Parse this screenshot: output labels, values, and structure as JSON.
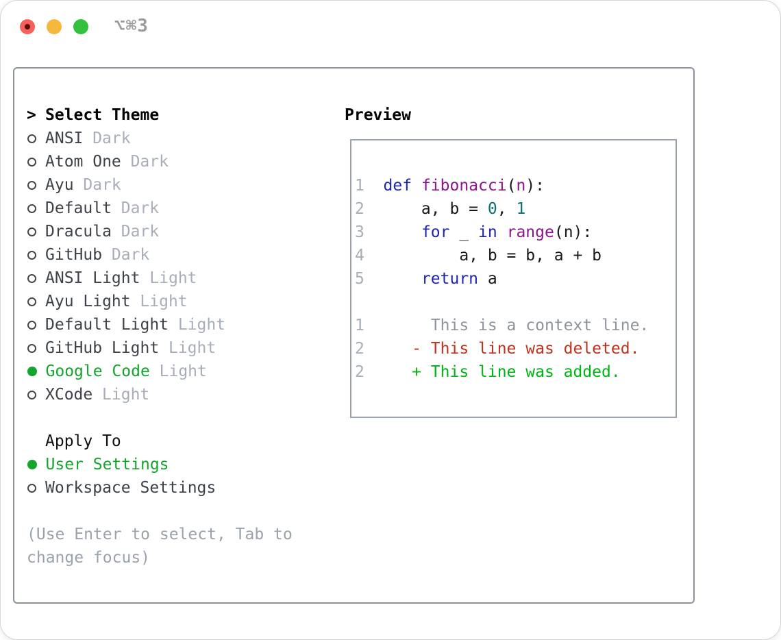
{
  "window": {
    "title": "⌥⌘3",
    "traffic_lights": {
      "close_color": "#f4605a",
      "close_dot_color": "#5e0a00",
      "minimize_color": "#f6b83c",
      "zoom_color": "#31c13f"
    }
  },
  "theme_panel": {
    "prompt": ">",
    "title": "Select Theme",
    "items": [
      {
        "label": "ANSI",
        "variant": "Dark",
        "selected": false
      },
      {
        "label": "Atom One",
        "variant": "Dark",
        "selected": false
      },
      {
        "label": "Ayu",
        "variant": "Dark",
        "selected": false
      },
      {
        "label": "Default",
        "variant": "Dark",
        "selected": false
      },
      {
        "label": "Dracula",
        "variant": "Dark",
        "selected": false
      },
      {
        "label": "GitHub",
        "variant": "Dark",
        "selected": false
      },
      {
        "label": "ANSI Light",
        "variant": "Light",
        "selected": false
      },
      {
        "label": "Ayu Light",
        "variant": "Light",
        "selected": false
      },
      {
        "label": "Default Light",
        "variant": "Light",
        "selected": false
      },
      {
        "label": "GitHub Light",
        "variant": "Light",
        "selected": false
      },
      {
        "label": "Google Code",
        "variant": "Light",
        "selected": true
      },
      {
        "label": "XCode",
        "variant": "Light",
        "selected": false
      }
    ]
  },
  "apply_to": {
    "title": "Apply To",
    "options": [
      {
        "label": "User Settings",
        "selected": true
      },
      {
        "label": "Workspace Settings",
        "selected": false
      }
    ]
  },
  "hint": "(Use Enter to select, Tab to change focus)",
  "preview": {
    "title": "Preview",
    "lines": [
      {
        "tokens": [
          {
            "t": "1  ",
            "c": "ln"
          },
          {
            "t": "def",
            "c": "kwd"
          },
          {
            "t": " ",
            "c": "pln"
          },
          {
            "t": "fibonacci",
            "c": "typ"
          },
          {
            "t": "(",
            "c": "pln"
          },
          {
            "t": "n",
            "c": "typ"
          },
          {
            "t": "):",
            "c": "pln"
          }
        ]
      },
      {
        "tokens": [
          {
            "t": "2  ",
            "c": "ln"
          },
          {
            "t": "    a, b = ",
            "c": "pln"
          },
          {
            "t": "0",
            "c": "lit"
          },
          {
            "t": ", ",
            "c": "pln"
          },
          {
            "t": "1",
            "c": "lit"
          }
        ]
      },
      {
        "tokens": [
          {
            "t": "3  ",
            "c": "ln"
          },
          {
            "t": "    ",
            "c": "pln"
          },
          {
            "t": "for",
            "c": "kwd"
          },
          {
            "t": " _ ",
            "c": "pln"
          },
          {
            "t": "in",
            "c": "kwd"
          },
          {
            "t": " ",
            "c": "pln"
          },
          {
            "t": "range",
            "c": "typ"
          },
          {
            "t": "(n):",
            "c": "pln"
          }
        ]
      },
      {
        "tokens": [
          {
            "t": "4  ",
            "c": "ln"
          },
          {
            "t": "        a, b = b, a + b",
            "c": "pln"
          }
        ]
      },
      {
        "tokens": [
          {
            "t": "5  ",
            "c": "ln"
          },
          {
            "t": "    ",
            "c": "pln"
          },
          {
            "t": "return",
            "c": "kwd"
          },
          {
            "t": " a",
            "c": "pln"
          }
        ]
      },
      {
        "tokens": []
      },
      {
        "tokens": [
          {
            "t": "1  ",
            "c": "ln"
          },
          {
            "t": "     This is a context line.",
            "c": "ctx"
          }
        ]
      },
      {
        "tokens": [
          {
            "t": "2  ",
            "c": "ln"
          },
          {
            "t": "   - This line was deleted.",
            "c": "del"
          }
        ]
      },
      {
        "tokens": [
          {
            "t": "2  ",
            "c": "ln"
          },
          {
            "t": "   + This line was added.",
            "c": "add"
          }
        ]
      }
    ]
  },
  "colors": {
    "selected_green": "#14a52d",
    "item_text": "#3d4249",
    "variant_gray": "#a7aeb9",
    "hint_gray": "#9aa2ae",
    "frame_border": "#8b929e",
    "preview_border": "#9aa2ac",
    "code_keyword": "#1e26b0",
    "code_type": "#8c148c",
    "code_literal": "#0e6f6f",
    "code_plain": "#16181c",
    "diff_context": "#8e949c",
    "diff_deleted": "#c0301c",
    "diff_added": "#00b414",
    "line_number": "#a7aeb9"
  }
}
